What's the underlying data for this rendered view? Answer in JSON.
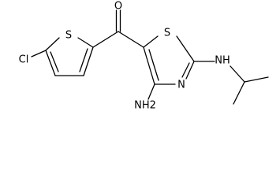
{
  "molecule": {
    "atoms": {
      "carbonyl_oxygen": "O",
      "chlorine": "Cl",
      "thiophene_sulfur": "S",
      "thiazole_sulfur": "S",
      "thiazole_nitrogen": "N",
      "amine_nitrogen": "NH",
      "amino_group": "NH2"
    }
  }
}
